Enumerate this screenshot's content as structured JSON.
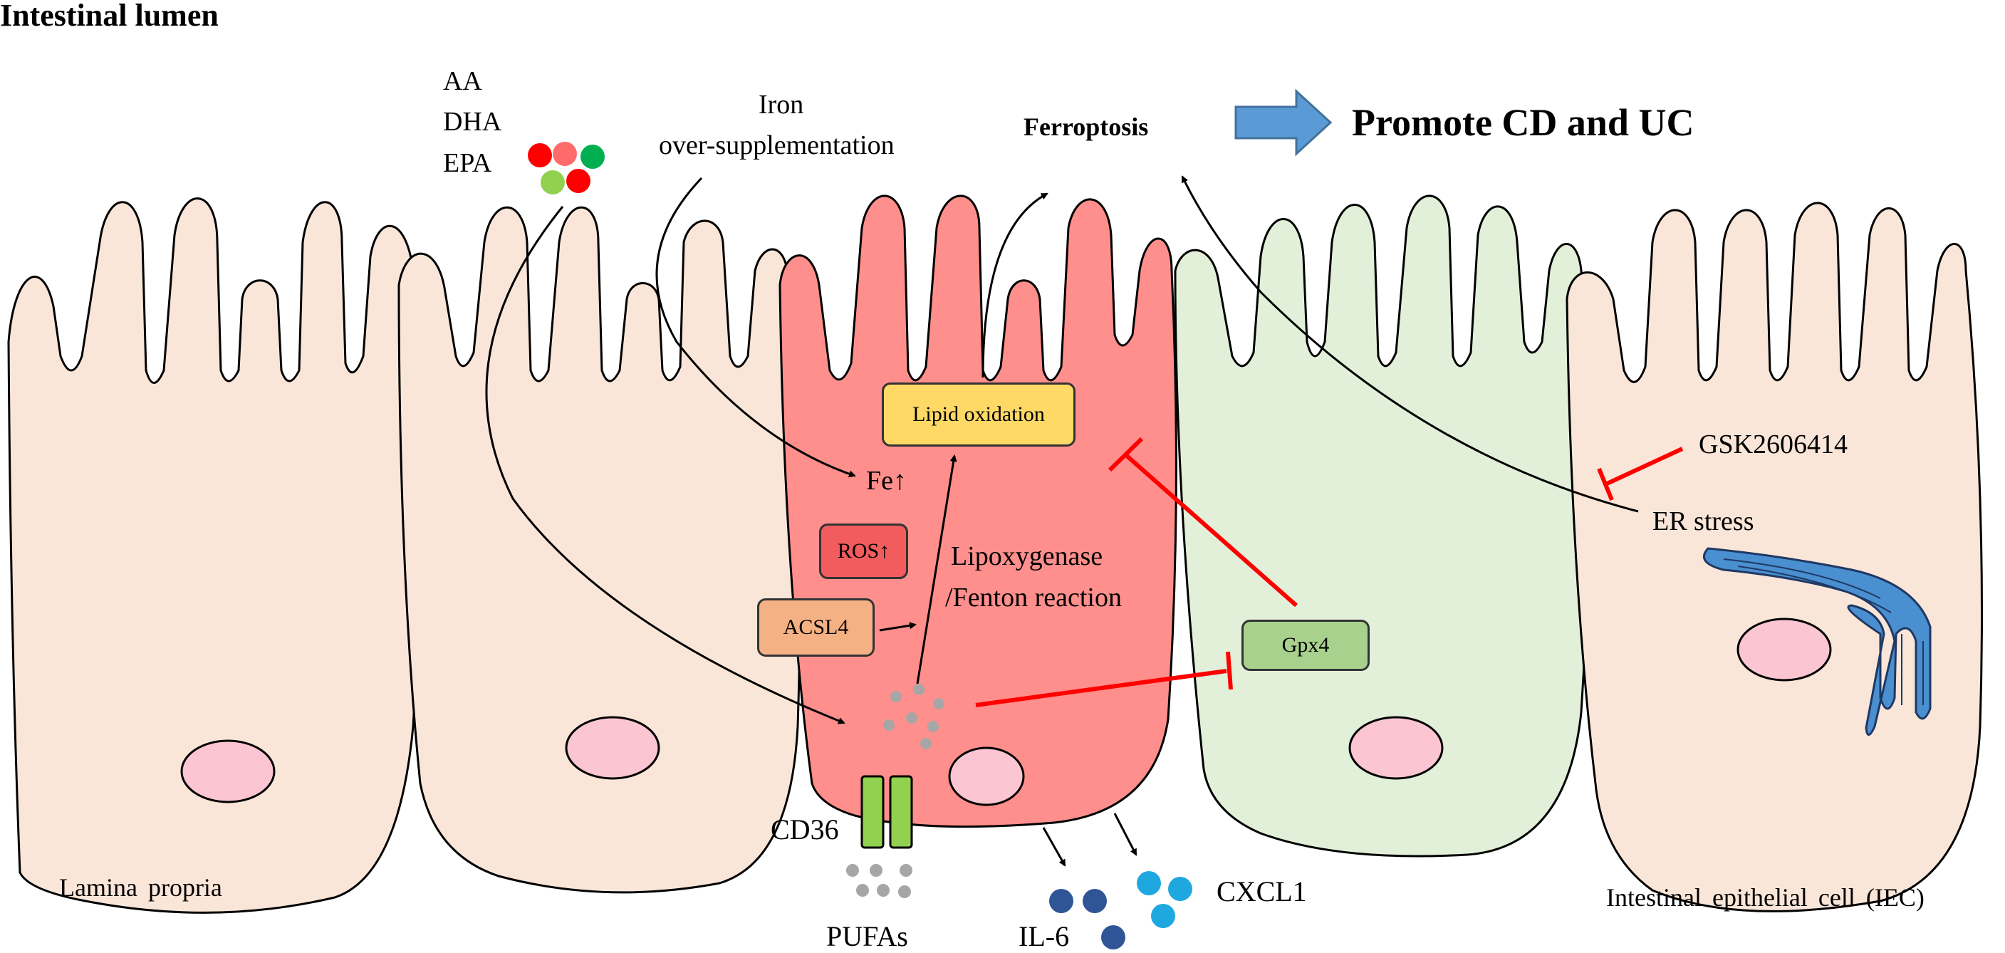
{
  "region_labels": {
    "lumen": "Intestinal lumen",
    "lamina_propria": "Lamina propria",
    "iec": "Intestinal epithelial cell (IEC)"
  },
  "fatty_acids": [
    "AA",
    "DHA",
    "EPA"
  ],
  "iron_label": [
    "Iron",
    "over-supplementation"
  ],
  "ferroptosis": "Ferroptosis",
  "outcome": "Promote CD and UC",
  "boxes": {
    "lipid_oxidation": "Lipid oxidation",
    "ros": "ROS↑",
    "acsl4": "ACSL4",
    "gpx4": "Gpx4"
  },
  "fe": "Fe↑",
  "lipoxygenase": [
    "Lipoxygenase",
    "/Fenton reaction"
  ],
  "gsk": "GSK2606414",
  "er_stress": "ER stress",
  "cd36": "CD36",
  "pufas": "PUFAs",
  "il6": "IL-6",
  "cxcl1": "CXCL1",
  "colors": {
    "normal_cell": "#fae6d8",
    "ferroptotic_cell": "#ff8f8c",
    "protected_cell": "#e2f0d9",
    "inhibition": "#ff0000",
    "arrow_block": "#5b9bd5",
    "er": "#4a8fd0",
    "nucleus": "#fbc5d1",
    "lipid_box": "#ffd966",
    "ros_box": "#f25c5c",
    "acsl4_box": "#f4b183",
    "gpx4_box": "#a9d18e",
    "cd36": "#92d050",
    "il6_dot": "#2f5597",
    "cxcl1_dot": "#1fa8e0",
    "pufa_dot": "#a6a6a6"
  }
}
